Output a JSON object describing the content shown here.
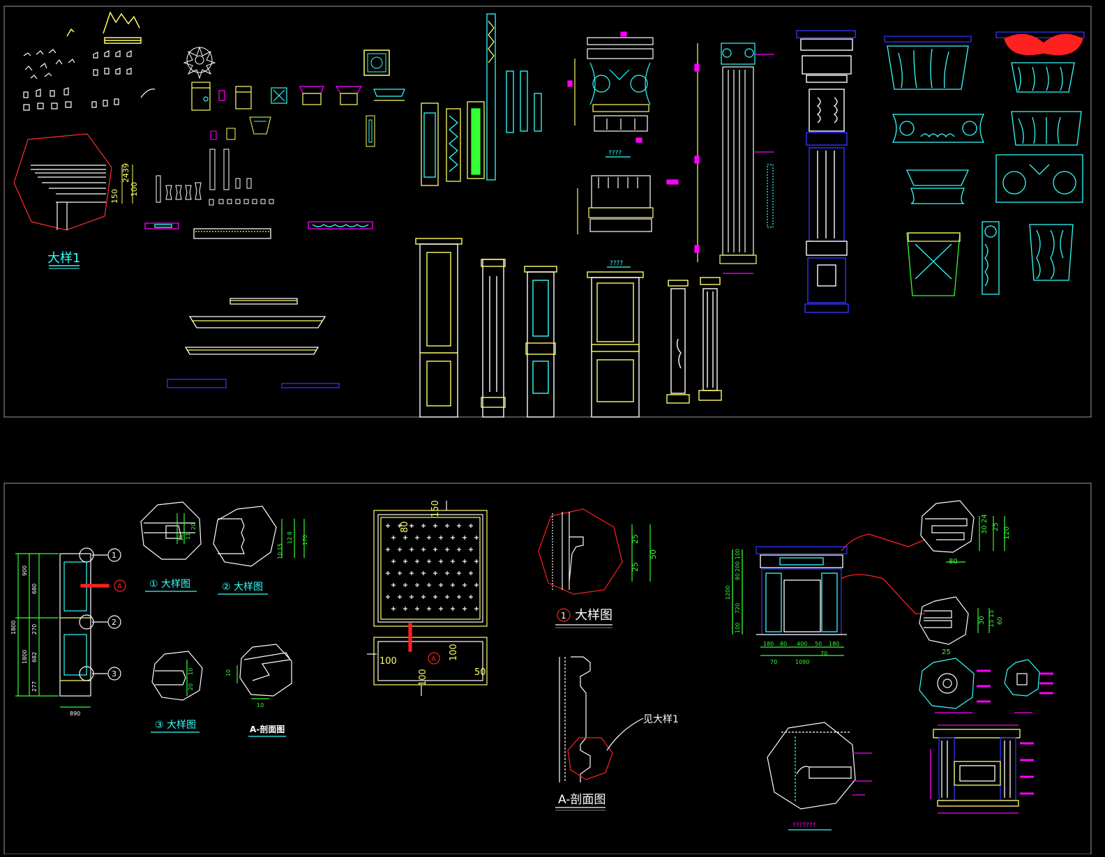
{
  "top_panel": {
    "detail_label": "大样1",
    "dims": {
      "d150": "150",
      "d24": "24",
      "d39": "39",
      "d100": "100"
    },
    "q1": "????",
    "q2": "????"
  },
  "bottom_panel": {
    "labels": {
      "detail1": "① 大样图",
      "detail2": "② 大样图",
      "detail3": "③ 大样图",
      "section_a_small": "A-剖面图",
      "detail1_large": "大样图",
      "section_a_large": "A-剖面图",
      "see_detail": "见大样1",
      "bottom_q": "???????"
    },
    "markers": {
      "m1": "1",
      "m2": "2",
      "m3": "3",
      "ma": "A",
      "ma2": "A",
      "circ1": "1"
    },
    "left_dims": {
      "total": "1800",
      "d900": "900",
      "d680": "680",
      "d270": "270",
      "d1800b": "1800",
      "d682": "682",
      "d277": "277",
      "bottom": "890"
    },
    "d1_dims": {
      "a": "15",
      "b": "11",
      "c": "20"
    },
    "d2_dims": {
      "a": "10 15",
      "b": "12 8",
      "c": "170"
    },
    "d3_dims": {
      "a": "10",
      "b": "20"
    },
    "sa_dims": {
      "a": "10",
      "b": "10"
    },
    "panel_dims": {
      "top": "150",
      "d80": "80",
      "d100a": "100",
      "d100b": "100",
      "d100c": "100",
      "d50": "50"
    },
    "d1l_dims": {
      "a": "25",
      "b": "25",
      "c": "50"
    },
    "fp_dims": {
      "h100": "100",
      "h200": "200",
      "h80": "80",
      "h1200": "1200",
      "h720": "720",
      "h100b": "100",
      "w180": "180",
      "w80": "80",
      "w400": "400",
      "w50": "50",
      "w180b": "180",
      "w70": "70",
      "w1090": "1090",
      "w70b": "70"
    },
    "r_dims": {
      "a": "30",
      "b": "24",
      "c": "25",
      "d": "120",
      "e": "80",
      "f": "30",
      "g": "15",
      "h": "15",
      "i": "60",
      "j": "25"
    }
  },
  "colors": {
    "bg": "#000000",
    "yellow": "#ffff66",
    "cyan": "#33ffff",
    "green": "#33ff33",
    "magenta": "#ff00ff",
    "red": "#ff2020",
    "blue": "#3333ff",
    "white": "#ffffff",
    "grey": "#999999"
  }
}
